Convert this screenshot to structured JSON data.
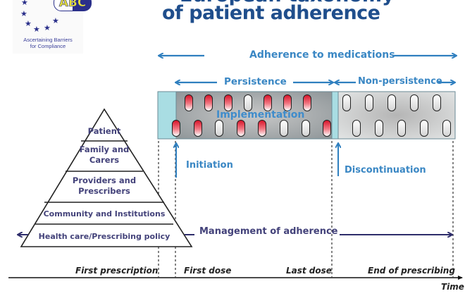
{
  "logo": {
    "mark": "ABC",
    "caption_line1": "Ascertaining Barriers",
    "caption_line2": "for Compliance",
    "star_icon": "star"
  },
  "title": {
    "line1_partial": "European taxonomy",
    "line2": "of patient adherence"
  },
  "labels": {
    "adherence": "Adherence to medications",
    "persistence": "Persistence",
    "non_persistence": "Non-persistence",
    "implementation": "Implementation",
    "initiation": "Initiation",
    "discontinuation": "Discontinuation",
    "management": "Management of adherence"
  },
  "pyramid": {
    "levels": [
      {
        "label_lines": [
          "Patient"
        ]
      },
      {
        "label_lines": [
          "Family and",
          "Carers"
        ]
      },
      {
        "label_lines": [
          "Providers and",
          "Prescribers"
        ]
      },
      {
        "label_lines": [
          "Community and Institutions"
        ]
      },
      {
        "label_lines": [
          "Health care/Prescribing policy"
        ]
      }
    ]
  },
  "timeline": {
    "events": [
      "First prescription",
      "First dose",
      "Last dose",
      "End of prescribing"
    ],
    "axis_label": "Time"
  },
  "pills": {
    "persistence_row1": [
      "red",
      "red",
      "red",
      "white",
      "red",
      "red",
      "red"
    ],
    "persistence_row2": [
      "red",
      "red",
      "white",
      "red",
      "red",
      "white",
      "white",
      "red"
    ],
    "non_persistence_row1": [
      "white",
      "white",
      "white",
      "white",
      "white"
    ],
    "non_persistence_row2": [
      "white",
      "white",
      "white",
      "white",
      "white"
    ]
  },
  "colors": {
    "title_blue": "#1f4e8c",
    "label_blue": "#3a87c4",
    "navy": "#43427a",
    "teal_box": "#a9dde3",
    "gray_box": "#a8a8a8",
    "pill_red": "#d8142a"
  }
}
